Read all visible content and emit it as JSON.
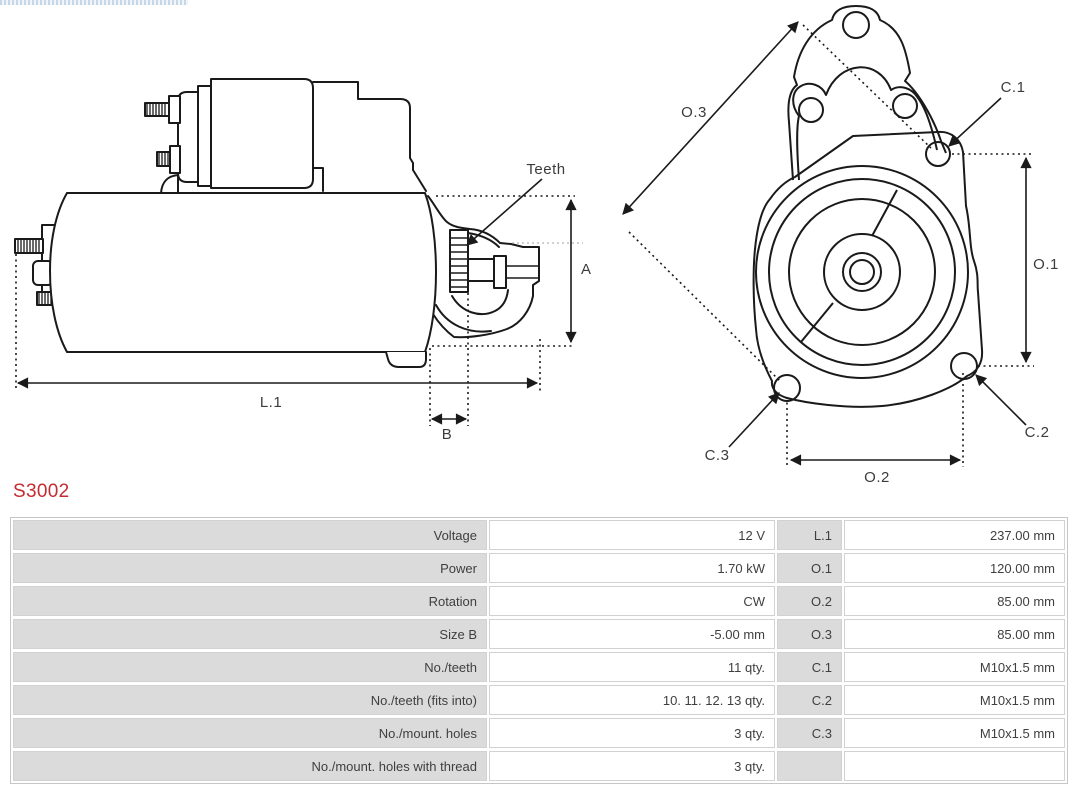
{
  "part_number": "S3002",
  "colors": {
    "part_number_red": "#c52b30",
    "drawing_line": "#1a1a1a",
    "faint_centerline": "#b3b3b3",
    "table_gray_cell": "#dbdbdb",
    "table_border": "#c6c6c6",
    "text": "#3f3f3f"
  },
  "side_view": {
    "labels": {
      "teeth": "Teeth",
      "a": "A",
      "b": "B",
      "l1": "L.1"
    }
  },
  "front_view": {
    "labels": {
      "o1": "O.1",
      "o2": "O.2",
      "o3": "O.3",
      "c1": "C.1",
      "c2": "C.2",
      "c3": "C.3"
    }
  },
  "table": {
    "rows": [
      {
        "label": "Voltage",
        "value": "12 V",
        "dim": "L.1",
        "dim_value": "237.00 mm"
      },
      {
        "label": "Power",
        "value": "1.70 kW",
        "dim": "O.1",
        "dim_value": "120.00 mm"
      },
      {
        "label": "Rotation",
        "value": "CW",
        "dim": "O.2",
        "dim_value": "85.00 mm"
      },
      {
        "label": "Size B",
        "value": "-5.00 mm",
        "dim": "O.3",
        "dim_value": "85.00 mm"
      },
      {
        "label": "No./teeth",
        "value": "11 qty.",
        "dim": "C.1",
        "dim_value": "M10x1.5 mm"
      },
      {
        "label": "No./teeth (fits into)",
        "value": "10. 11. 12. 13 qty.",
        "dim": "C.2",
        "dim_value": "M10x1.5 mm"
      },
      {
        "label": "No./mount. holes",
        "value": "3 qty.",
        "dim": "C.3",
        "dim_value": "M10x1.5 mm"
      },
      {
        "label": "No./mount. holes with thread",
        "value": "3 qty.",
        "dim": "",
        "dim_value": ""
      }
    ]
  }
}
